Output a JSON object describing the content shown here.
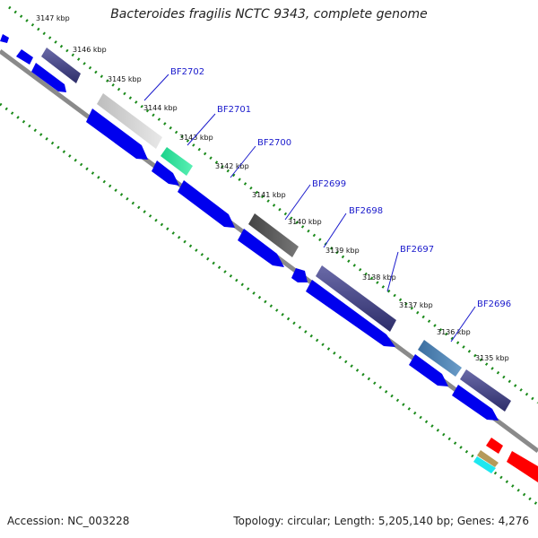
{
  "title": "Bacteroides fragilis NCTC 9343, complete genome",
  "footer": {
    "accession": "Accession: NC_003228",
    "topology": "Topology: circular; Length: 5,205,140 bp; Genes: 4,276"
  },
  "colors": {
    "backbone": "#808080",
    "tick": "#1a8a1a",
    "cds_strand": "#0000ee",
    "label": "#1a1acc",
    "rna": "#ff0000"
  },
  "kbp_labels": [
    "3147 kbp",
    "3146 kbp",
    "3145 kbp",
    "3144 kbp",
    "3143 kbp",
    "3142 kbp",
    "3141 kbp",
    "3140 kbp",
    "3139 kbp",
    "3138 kbp",
    "3137 kbp",
    "3136 kbp",
    "3135 kbp"
  ],
  "gene_labels": [
    "BF2702",
    "BF2701",
    "BF2700",
    "BF2699",
    "BF2698",
    "BF2697",
    "BF2696"
  ]
}
